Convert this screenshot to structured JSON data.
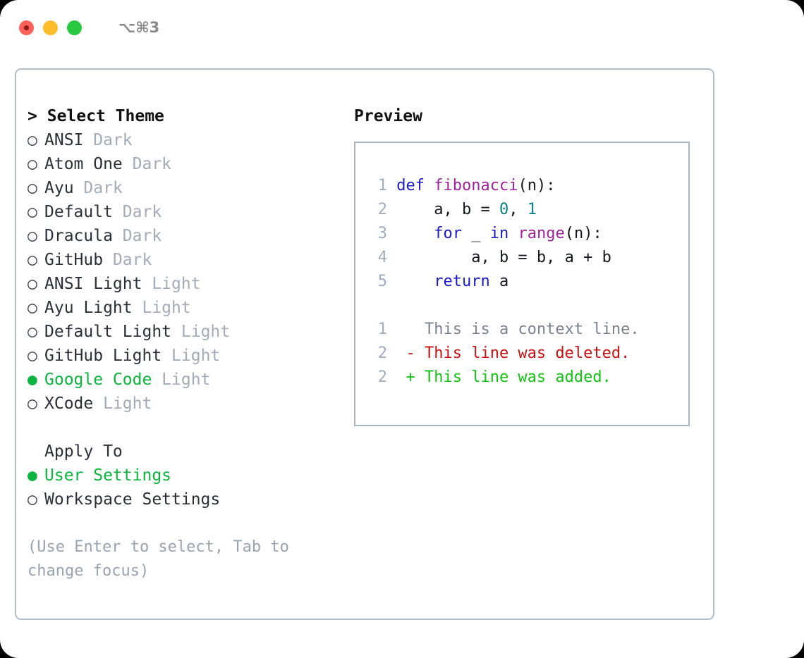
{
  "titlebar": {
    "shortcut": "⌥⌘3",
    "lights": [
      "close",
      "minimize",
      "zoom"
    ]
  },
  "theme_picker": {
    "header_caret": ">",
    "header": "Select Theme",
    "bullet_selected": "●",
    "bullet_unselected": "○",
    "accent_color": "#0bb43c",
    "items": [
      {
        "label": "ANSI",
        "tag": "Dark",
        "selected": false
      },
      {
        "label": "Atom One",
        "tag": "Dark",
        "selected": false
      },
      {
        "label": "Ayu",
        "tag": "Dark",
        "selected": false
      },
      {
        "label": "Default",
        "tag": "Dark",
        "selected": false
      },
      {
        "label": "Dracula",
        "tag": "Dark",
        "selected": false
      },
      {
        "label": "GitHub",
        "tag": "Dark",
        "selected": false
      },
      {
        "label": "ANSI Light",
        "tag": "Light",
        "selected": false
      },
      {
        "label": "Ayu Light",
        "tag": "Light",
        "selected": false
      },
      {
        "label": "Default Light",
        "tag": "Light",
        "selected": false
      },
      {
        "label": "GitHub Light",
        "tag": "Light",
        "selected": false
      },
      {
        "label": "Google Code",
        "tag": "Light",
        "selected": true
      },
      {
        "label": "XCode",
        "tag": "Light",
        "selected": false
      }
    ]
  },
  "apply_to": {
    "header": "Apply To",
    "items": [
      {
        "label": "User Settings",
        "selected": true
      },
      {
        "label": "Workspace Settings",
        "selected": false
      }
    ]
  },
  "hint": "(Use Enter to select, Tab to change focus)",
  "preview": {
    "header": "Preview",
    "code_lines": [
      {
        "n": "1",
        "tokens": [
          {
            "t": "def ",
            "c": "kw"
          },
          {
            "t": "fibonacci",
            "c": "fn"
          },
          {
            "t": "(n):",
            "c": "txt"
          }
        ]
      },
      {
        "n": "2",
        "tokens": [
          {
            "t": "    a, b = ",
            "c": "txt"
          },
          {
            "t": "0",
            "c": "num"
          },
          {
            "t": ", ",
            "c": "txt"
          },
          {
            "t": "1",
            "c": "num"
          }
        ]
      },
      {
        "n": "3",
        "tokens": [
          {
            "t": "    ",
            "c": "txt"
          },
          {
            "t": "for",
            "c": "kw"
          },
          {
            "t": " _ ",
            "c": "txt"
          },
          {
            "t": "in",
            "c": "kw"
          },
          {
            "t": " ",
            "c": "txt"
          },
          {
            "t": "range",
            "c": "fn"
          },
          {
            "t": "(n):",
            "c": "txt"
          }
        ]
      },
      {
        "n": "4",
        "tokens": [
          {
            "t": "        a, b = b, a + b",
            "c": "txt"
          }
        ]
      },
      {
        "n": "5",
        "tokens": [
          {
            "t": "    ",
            "c": "txt"
          },
          {
            "t": "return",
            "c": "kw"
          },
          {
            "t": " a",
            "c": "txt"
          }
        ]
      }
    ],
    "diff_lines": [
      {
        "n": "1",
        "marker": "  ",
        "text": "This is a context line.",
        "kind": "ctx"
      },
      {
        "n": "2",
        "marker": "- ",
        "text": "This line was deleted.",
        "kind": "del"
      },
      {
        "n": "2",
        "marker": "+ ",
        "text": "This line was added.",
        "kind": "add"
      }
    ],
    "colors": {
      "keyword": "#1a1ac8",
      "function": "#a0219a",
      "number": "#0a8284",
      "text": "#16181c",
      "line_number": "#a4acb8",
      "context": "#7b838f",
      "deleted": "#cc1111",
      "added": "#14c414"
    }
  }
}
